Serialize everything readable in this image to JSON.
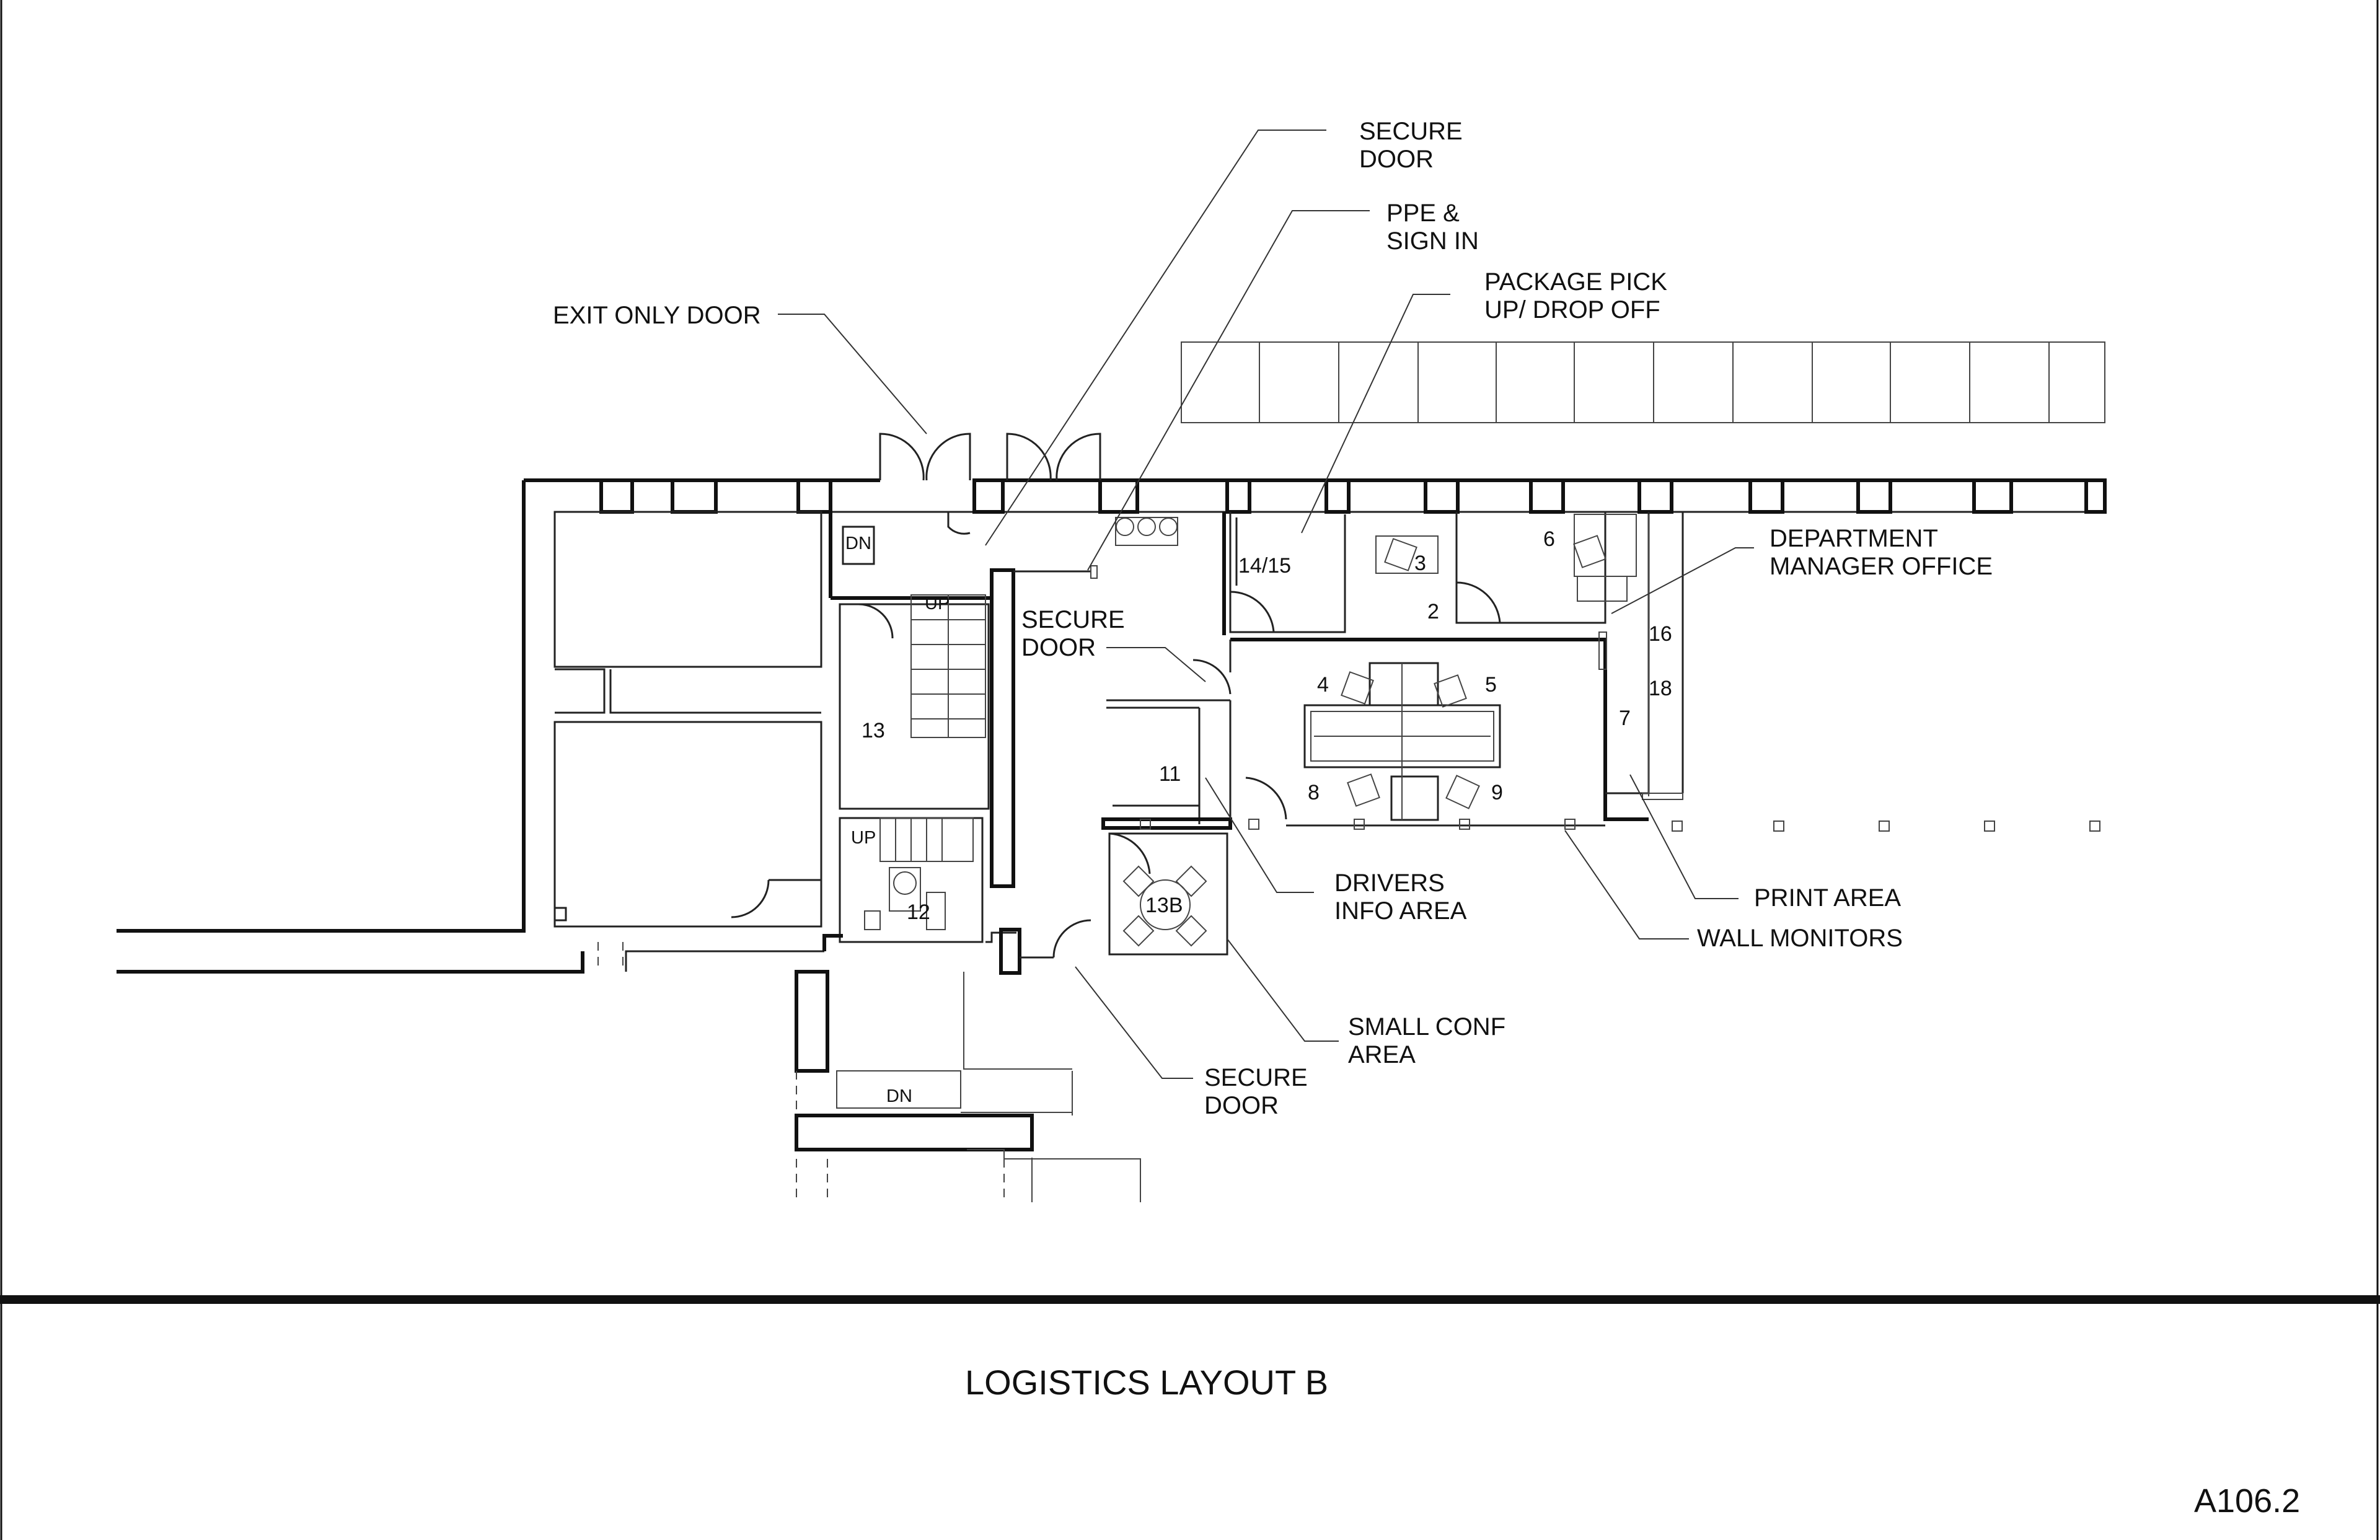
{
  "drawing": {
    "title": "LOGISTICS LAYOUT B",
    "sheet_number": "A106.2"
  },
  "callouts": {
    "secure_door_top": [
      "SECURE",
      "DOOR"
    ],
    "ppe_sign_in": [
      "PPE &",
      "SIGN IN"
    ],
    "package_pick_up": [
      "PACKAGE PICK",
      "UP/ DROP OFF"
    ],
    "exit_only_door": [
      "EXIT ONLY DOOR"
    ],
    "secure_door_mid": [
      "SECURE",
      "DOOR"
    ],
    "department_manager_office": [
      "DEPARTMENT",
      "MANAGER OFFICE"
    ],
    "drivers_info_area": [
      "DRIVERS",
      "INFO AREA"
    ],
    "print_area": [
      "PRINT AREA"
    ],
    "wall_monitors": [
      "WALL MONITORS"
    ],
    "small_conf_area": [
      "SMALL CONF",
      "AREA"
    ],
    "secure_door_bottom": [
      "SECURE",
      "DOOR"
    ]
  },
  "room_numbers": {
    "r14_15": "14/15",
    "r3": "3",
    "r6": "6",
    "r2": "2",
    "r16": "16",
    "r18": "18",
    "r4": "4",
    "r5": "5",
    "r7": "7",
    "r8": "8",
    "r9": "9",
    "r11": "11",
    "r13": "13",
    "r13b": "13B",
    "r12": "12"
  },
  "stair_marks": {
    "dn_top": "DN",
    "up_main": "UP",
    "up_small": "UP",
    "dn_bottom": "DN"
  },
  "colors": {
    "line": "#111111",
    "background": "#ffffff"
  }
}
